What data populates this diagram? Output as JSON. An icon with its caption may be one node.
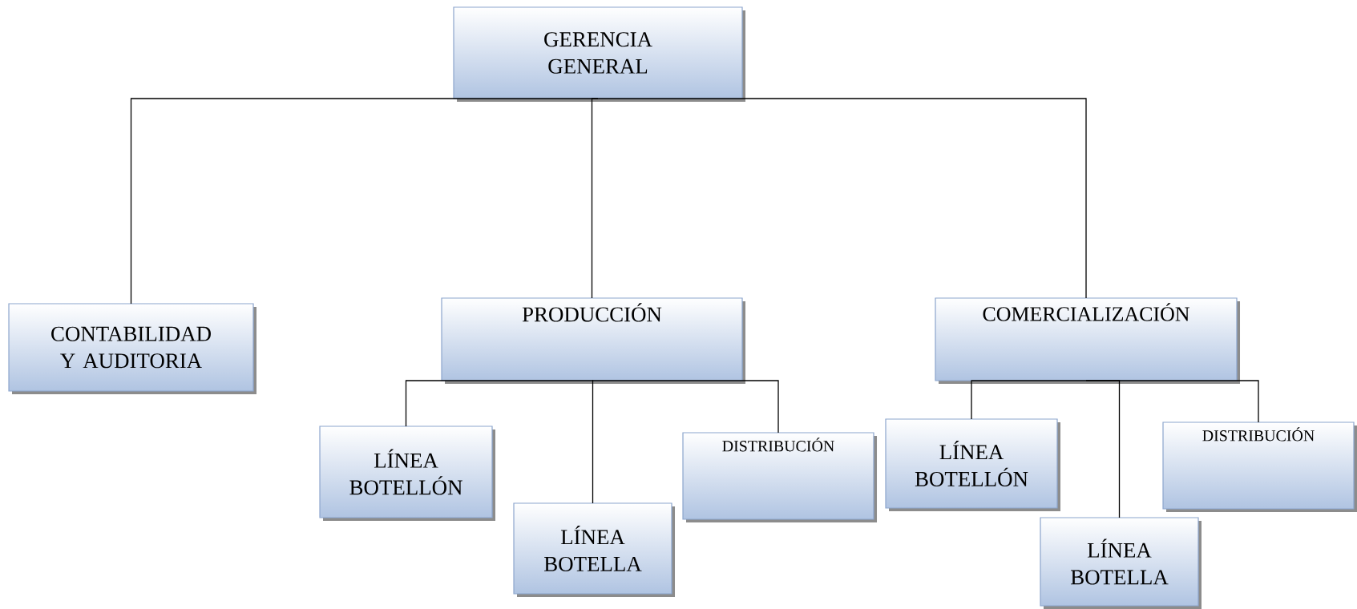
{
  "diagram": {
    "nodes": [
      {
        "text": [
          "GERENCIA GENERAL"
        ]
      },
      {
        "text": [
          "CONTABILIDAD Y AUDITORIA"
        ]
      },
      {
        "text": [
          "PRODUCCIÓN"
        ]
      },
      {
        "text": [
          "COMERCIALIZACIÓN"
        ]
      },
      {
        "text": [
          "LÍNEA BOTELLÓN"
        ]
      },
      {
        "text": [
          "LÍNEA BOTELLA"
        ]
      },
      {
        "text": [
          "DISTRIBUCIÓN"
        ]
      },
      {
        "text": [
          "LÍNEA BOTELLÓN"
        ]
      },
      {
        "text": [
          "LÍNEA BOTELLA"
        ]
      },
      {
        "text": [
          "DISTRIBUCIÓN"
        ]
      }
    ],
    "edges": [
      {
        "from": 0,
        "to": 1,
        "arrow": "none"
      },
      {
        "from": 0,
        "to": 2,
        "arrow": "none"
      },
      {
        "from": 0,
        "to": 3,
        "arrow": "none"
      },
      {
        "from": 2,
        "to": 4,
        "arrow": "none"
      },
      {
        "from": 2,
        "to": 5,
        "arrow": "none"
      },
      {
        "from": 2,
        "to": 6,
        "arrow": "none"
      },
      {
        "from": 3,
        "to": 7,
        "arrow": "none"
      },
      {
        "from": 3,
        "to": 8,
        "arrow": "none"
      },
      {
        "from": 3,
        "to": 9,
        "arrow": "none"
      }
    ]
  }
}
